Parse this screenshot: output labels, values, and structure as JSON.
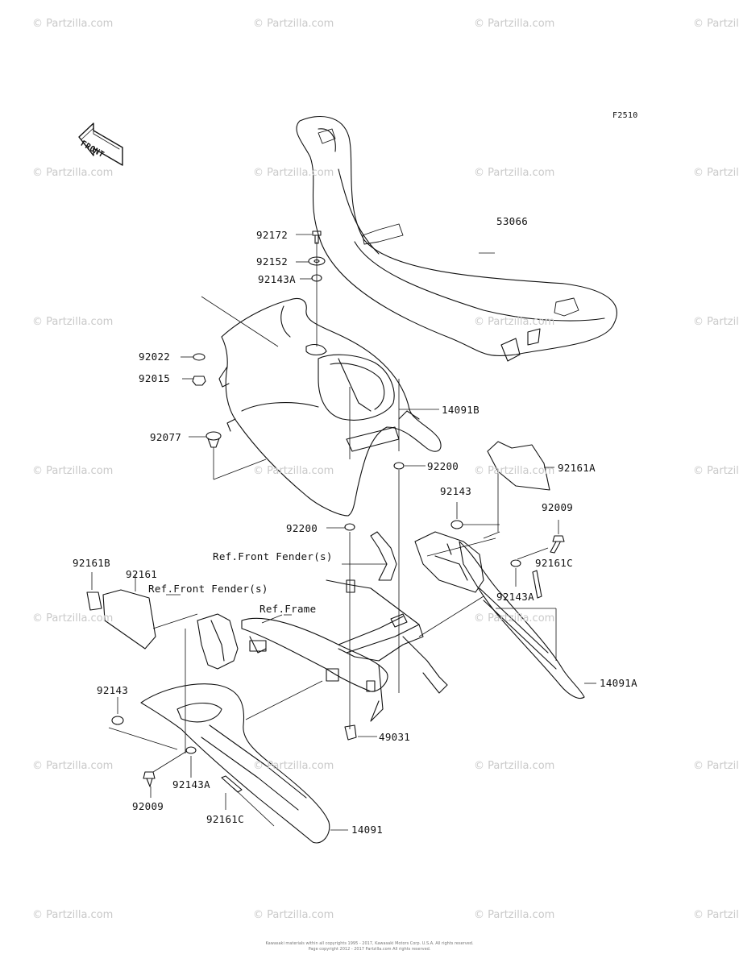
{
  "figure_code": "F2510",
  "watermark": "© Partzilla.com",
  "front_arrow_text": "FRONT",
  "parts": {
    "p53066": "53066",
    "p92172": "92172",
    "p92152": "92152",
    "p92143A_top": "92143A",
    "p92022": "92022",
    "p92015": "92015",
    "p14091B": "14091B",
    "p92077": "92077",
    "p92200_right": "92200",
    "p92161A": "92161A",
    "p92143_right": "92143",
    "p92009_right": "92009",
    "p92200_center": "92200",
    "ref_front_fender_1": "Ref.Front Fender(s)",
    "p92161C_right": "92161C",
    "p92161B": "92161B",
    "p92161": "92161",
    "ref_front_fender_2": "Ref.Front Fender(s)",
    "p92143A_right": "92143A",
    "ref_frame": "Ref.Frame",
    "p14091A": "14091A",
    "p92143_left": "92143",
    "p49031": "49031",
    "p92143A_bottom": "92143A",
    "p92009_left": "92009",
    "p92161C_bottom": "92161C",
    "p14091": "14091"
  },
  "footer": {
    "line1": "Kawasaki materials within all copyrights 1995 - 2017, Kawasaki Motors Corp. U.S.A. All rights reserved.",
    "line2": "Page copyright 2012 - 2017 Partzilla.com All rights reserved."
  }
}
